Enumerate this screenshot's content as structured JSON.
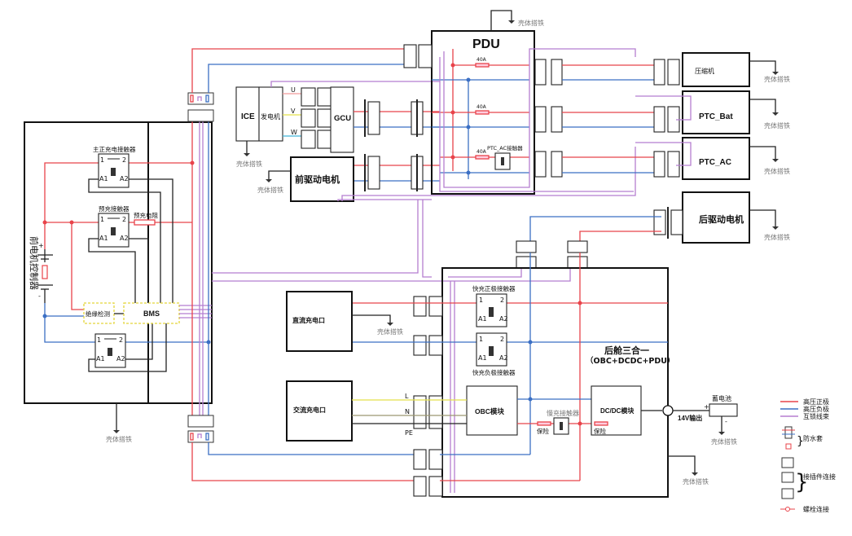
{
  "diagram": {
    "title": "高压电气架构图",
    "colors": {
      "hv_positive": "#e8434a",
      "hv_negative": "#3b6fc4",
      "interlock": "#b57ed0",
      "ac_L": "#e4e04a",
      "ac_N": "#9c9670",
      "phase_W": "#42b5d8"
    },
    "front_controller": {
      "label": "前电机控制器",
      "main_pos_contactor": "主正充电接触器",
      "precharge_contactor": "预充接触器",
      "precharge_resistor": "预充电阻",
      "insulation_monitor": "绝缘检测",
      "bms": "BMS",
      "pin1": "1",
      "pin2": "2",
      "a1": "A1",
      "a2": "A2",
      "plus": "+",
      "minus": "-"
    },
    "ground_label": "壳体搭铁",
    "pdu": {
      "title": "PDU",
      "fuse1": "40A",
      "fuse2": "40A",
      "fuse3": "40A",
      "ptc_ac_contactor": "PTC_AC接触器"
    },
    "ice": "ICE",
    "generator": "发电机",
    "phases": [
      "U",
      "V",
      "W"
    ],
    "gcu": "GCU",
    "front_motor": "前驱动电机",
    "rear_motor": "后驱动电机",
    "loads": {
      "compressor": "压缩机",
      "ptc_bat": "PTC_Bat",
      "ptc_ac": "PTC_AC"
    },
    "dc_charge_port": "直流充电口",
    "ac_charge_port": "交流充电口",
    "ac_lines": [
      "L",
      "N",
      "PE"
    ],
    "rear_unit": {
      "title": "后舱三合一",
      "subtitle": "（OBC+DCDC+PDU）",
      "fast_pos_contactor": "快充正极接触器",
      "fast_neg_contactor": "快充负极接触器",
      "obc": "OBC模块",
      "dcdc": "DC/DC模块",
      "slow_contactor": "慢充接触器",
      "fuse_a": "保险",
      "fuse_b": "保险",
      "output_14v": "14V输出"
    },
    "battery_12v": {
      "label": "蓄电池",
      "plus": "+",
      "minus": "-"
    },
    "legend": {
      "items": [
        {
          "label": "高压正极",
          "color": "#e8434a"
        },
        {
          "label": "高压负极",
          "color": "#3b6fc4"
        },
        {
          "label": "互锁线束",
          "color": "#b57ed0"
        }
      ],
      "waterproof": "防水套",
      "connector": "接插件连接",
      "bolt": "螺栓连接"
    }
  }
}
